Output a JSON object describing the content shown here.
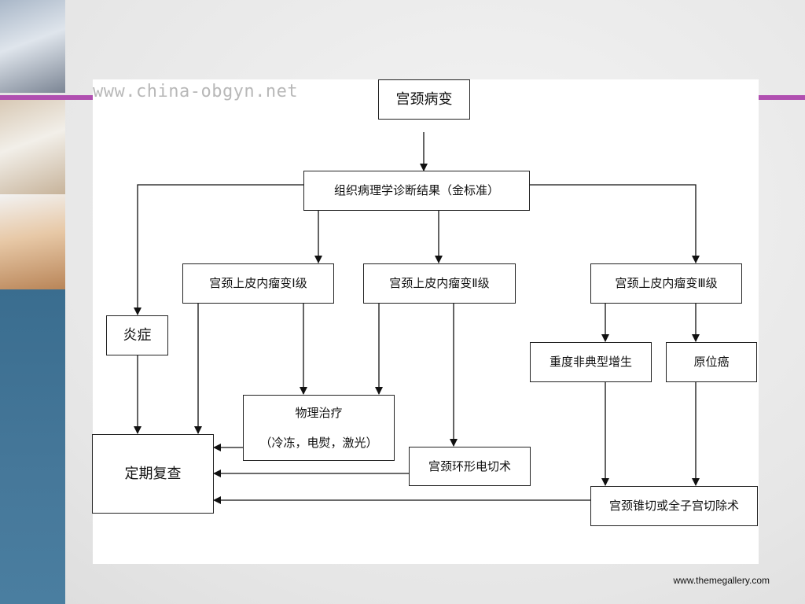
{
  "watermark": "www.china-obgyn.net",
  "footer": "www.themegallery.com",
  "nodes": {
    "root": "宫颈病变",
    "diagnosis": "组织病理学诊断结果（金标准）",
    "cin1": "宫颈上皮内瘤变Ⅰ级",
    "cin2": "宫颈上皮内瘤变Ⅱ级",
    "cin3": "宫颈上皮内瘤变Ⅲ级",
    "inflammation": "炎症",
    "severe": "重度非典型增生",
    "cis": "原位癌",
    "physical_title": "物理治疗",
    "physical_detail": "（冷冻，电熨，激光）",
    "leep": "宫颈环形电切术",
    "followup": "定期复查",
    "surgery": "宫颈锥切或全子宫切除术"
  },
  "colors": {
    "accent": "#b04fb0",
    "sidebar": "#46789a",
    "line": "#111111"
  }
}
